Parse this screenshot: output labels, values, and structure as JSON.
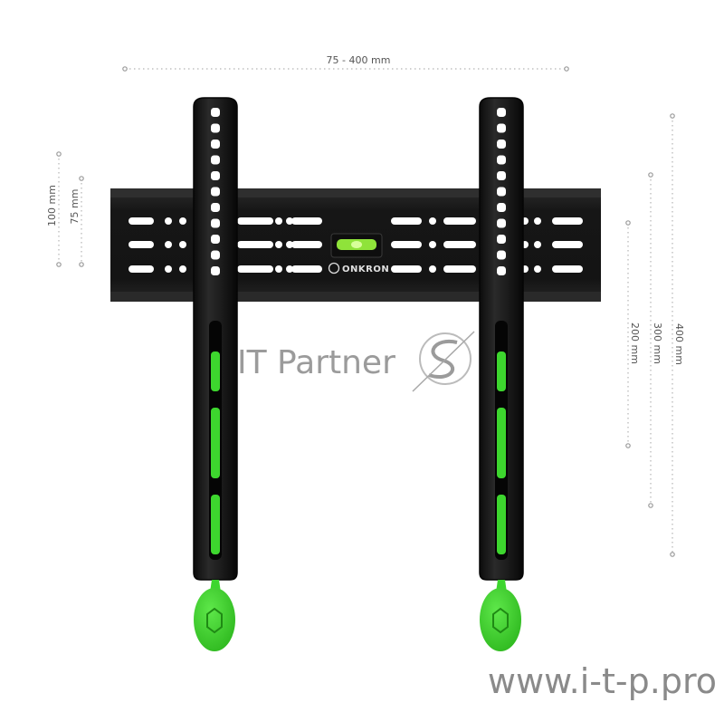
{
  "dimensions": {
    "horizontal_label": "75 - 400 mm",
    "vertical_left": [
      "100 mm",
      "75 mm"
    ],
    "vertical_right": [
      "200 mm",
      "300 mm",
      "400 mm"
    ]
  },
  "brand": {
    "logo_text": "ONKRON"
  },
  "watermark": {
    "name": "IT Partner",
    "url": "www.i-t-p.pro"
  },
  "colors": {
    "bracket": "#1a1a1a",
    "accent_green": "#3dd62e",
    "dimension_gray": "#b5b5b5"
  }
}
